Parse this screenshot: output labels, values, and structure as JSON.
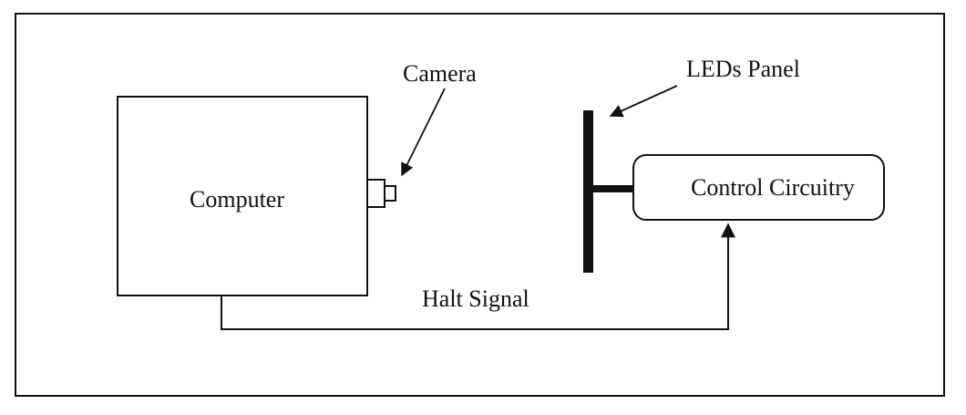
{
  "diagram": {
    "labels": {
      "camera": "Camera",
      "leds_panel": "LEDs Panel",
      "computer": "Computer",
      "control_circuitry": "Control Circuitry",
      "halt_signal": "Halt Signal"
    },
    "colors": {
      "stroke": "#111111",
      "background": "#ffffff"
    }
  }
}
